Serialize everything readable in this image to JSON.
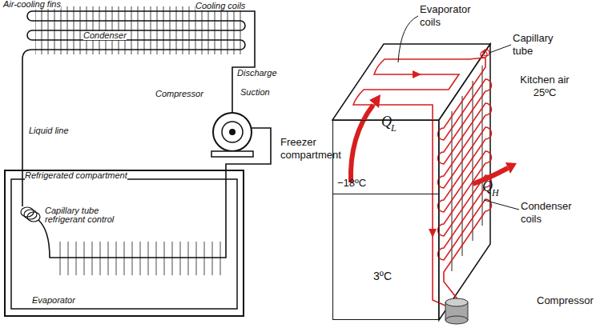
{
  "diagram": {
    "nodes": [
      {
        "text": [
          "Refrigerated compartment"
        ]
      },
      {
        "text": [
          "−18ºC"
        ]
      },
      {
        "text": [
          "3ºC"
        ]
      }
    ],
    "labels": [
      "Air-cooling fins",
      "Cooling coils",
      "Condenser",
      "Discharge",
      "Compressor",
      "Suction",
      "Liquid line",
      "Capillary tube refrigerant control",
      "Evaporator",
      "Evaporator coils",
      "Capillary tube",
      "Freezer compartment",
      "Q",
      "L",
      "Kitchen air 25ºC",
      "Q",
      "H",
      "Condenser coils",
      "Compressor"
    ]
  }
}
